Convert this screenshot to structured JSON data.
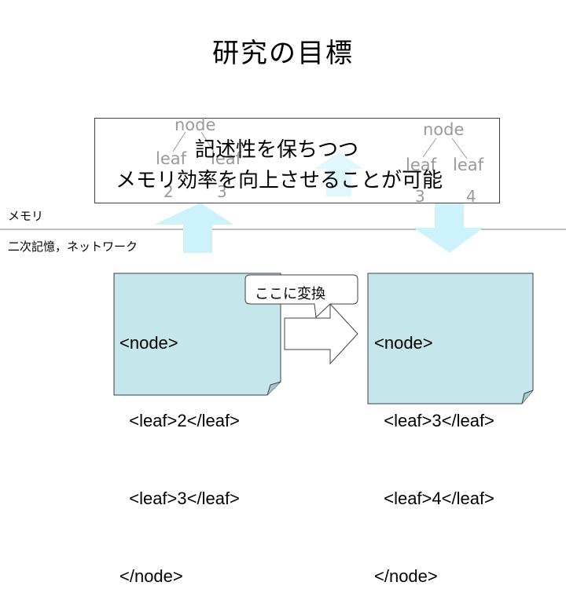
{
  "title": "研究の目標",
  "goal": {
    "line1": "記述性を保ちつつ",
    "line2": "メモリ効率を向上させることが可能"
  },
  "tree_left": {
    "node": "node",
    "leaf1": "leaf",
    "leaf2": "leaf",
    "num1": "2",
    "num2": "3"
  },
  "tree_right": {
    "node": "node",
    "leaf1": "leaf",
    "leaf2": "leaf",
    "num1": "3",
    "num2": "4"
  },
  "layers": {
    "memory": "メモリ",
    "storage": "二次記憶，ネットワーク"
  },
  "doc_left": {
    "lines": [
      "<node>",
      "  <leaf>2</leaf>",
      "  <leaf>3</leaf>",
      "</node>"
    ]
  },
  "doc_right": {
    "lines": [
      "<node>",
      "  <leaf>3</leaf>",
      "  <leaf>4</leaf>",
      "</node>"
    ]
  },
  "callout": "ここに変換",
  "colors": {
    "doc_fill": "#c5e6ea",
    "arrow_fill": "#ccf3fb",
    "divider": "#808080"
  }
}
